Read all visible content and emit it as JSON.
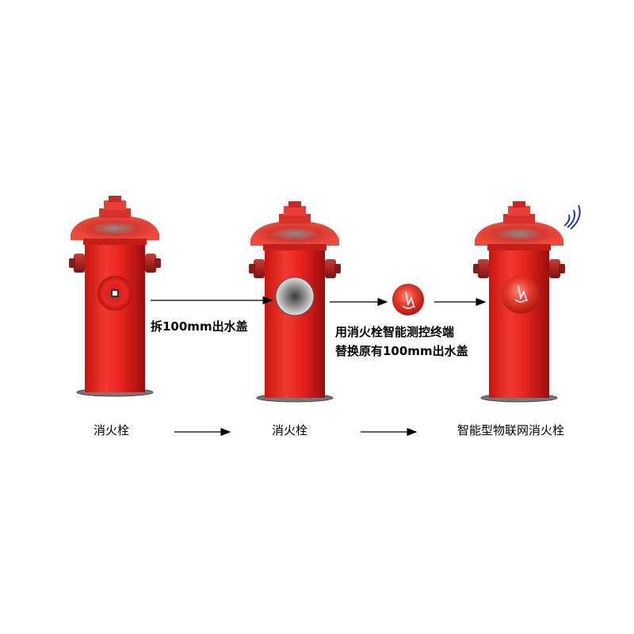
{
  "steps": {
    "step1": "拆100mm出水盖",
    "step2_line1": "用消火栓智能测控终端",
    "step2_line2": "替换原有100mm出水盖"
  },
  "stages": {
    "original": "消火栓",
    "removed": "消火栓",
    "smart": "智能型物联网消火栓"
  },
  "icons": [
    "fire-hydrant-icon",
    "fire-hydrant-icon",
    "smart-terminal-icon",
    "fire-hydrant-icon",
    "wifi-signal-icon"
  ],
  "colors": {
    "hydrant": "#e8231f",
    "hydrant_dark": "#9a1010",
    "arrow": "#000000",
    "wifi": "#2233cc"
  }
}
